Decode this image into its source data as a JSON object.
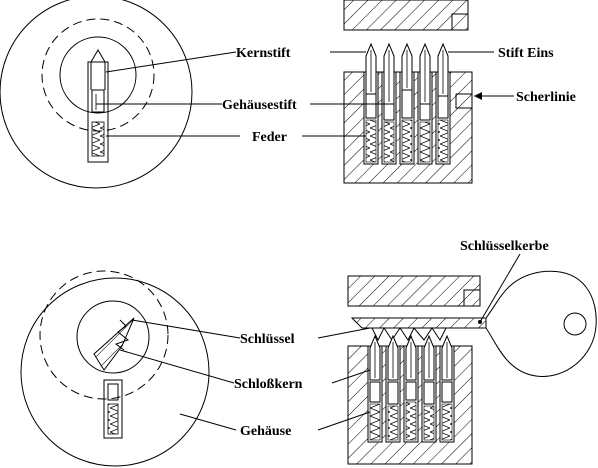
{
  "labels": {
    "kernstift": "Kernstift",
    "stift_eins": "Stift Eins",
    "gehaeusestift": "Gehäusestift",
    "scherlinie": "Scherlinie",
    "feder": "Feder",
    "schluesselkerbe": "Schlüsselkerbe",
    "schluessel": "Schlüssel",
    "schlosskern": "Schloßkern",
    "gehaeuse": "Gehäuse"
  }
}
